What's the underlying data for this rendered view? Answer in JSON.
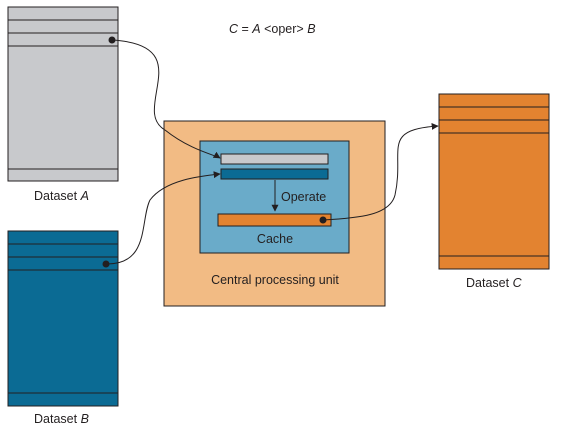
{
  "formula": {
    "c": "C",
    "eq": " = ",
    "a": "A",
    "op": " <oper> ",
    "b": "B"
  },
  "datasets": {
    "a": {
      "prefix": "Dataset ",
      "letter": "A",
      "color": "#c8c9cc"
    },
    "b": {
      "prefix": "Dataset ",
      "letter": "B",
      "color": "#0b6b94"
    },
    "c": {
      "prefix": "Dataset ",
      "letter": "C",
      "color": "#e38330"
    }
  },
  "cpu": {
    "label": "Central processing unit",
    "color": "#f2bb84"
  },
  "cache": {
    "label": "Cache",
    "color": "#6aabc9"
  },
  "operate_label": "Operate"
}
